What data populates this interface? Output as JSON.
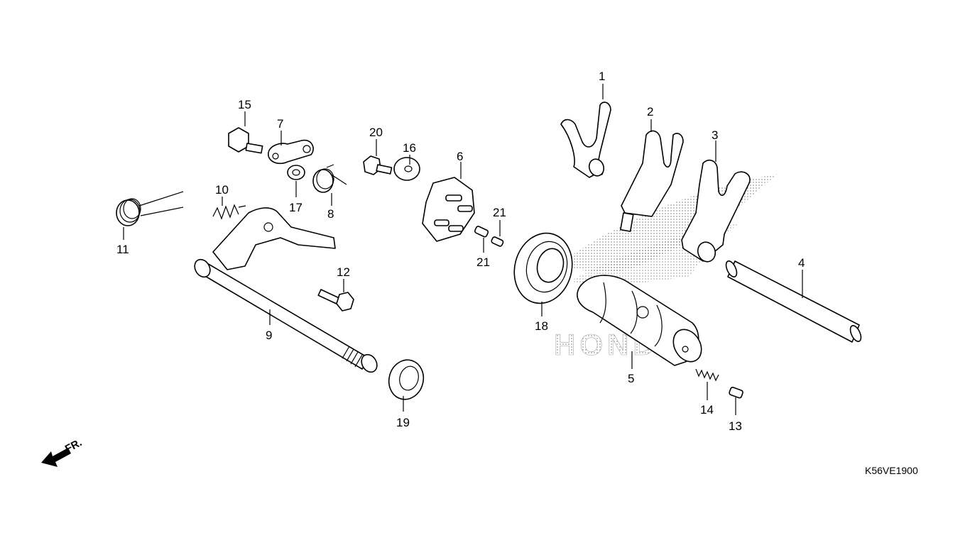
{
  "diagram": {
    "code": "K56VE1900",
    "direction_label": "FR.",
    "watermark": "HONDA",
    "callouts": [
      {
        "id": "c1",
        "label": "1"
      },
      {
        "id": "c2",
        "label": "2"
      },
      {
        "id": "c3",
        "label": "3"
      },
      {
        "id": "c4",
        "label": "4"
      },
      {
        "id": "c5",
        "label": "5"
      },
      {
        "id": "c6",
        "label": "6"
      },
      {
        "id": "c7",
        "label": "7"
      },
      {
        "id": "c8",
        "label": "8"
      },
      {
        "id": "c9",
        "label": "9"
      },
      {
        "id": "c10",
        "label": "10"
      },
      {
        "id": "c11",
        "label": "11"
      },
      {
        "id": "c12",
        "label": "12"
      },
      {
        "id": "c13",
        "label": "13"
      },
      {
        "id": "c14",
        "label": "14"
      },
      {
        "id": "c15",
        "label": "15"
      },
      {
        "id": "c16",
        "label": "16"
      },
      {
        "id": "c17",
        "label": "17"
      },
      {
        "id": "c18",
        "label": "18"
      },
      {
        "id": "c19",
        "label": "19"
      },
      {
        "id": "c20",
        "label": "20"
      },
      {
        "id": "c21a",
        "label": "21"
      },
      {
        "id": "c21b",
        "label": "21"
      }
    ]
  }
}
